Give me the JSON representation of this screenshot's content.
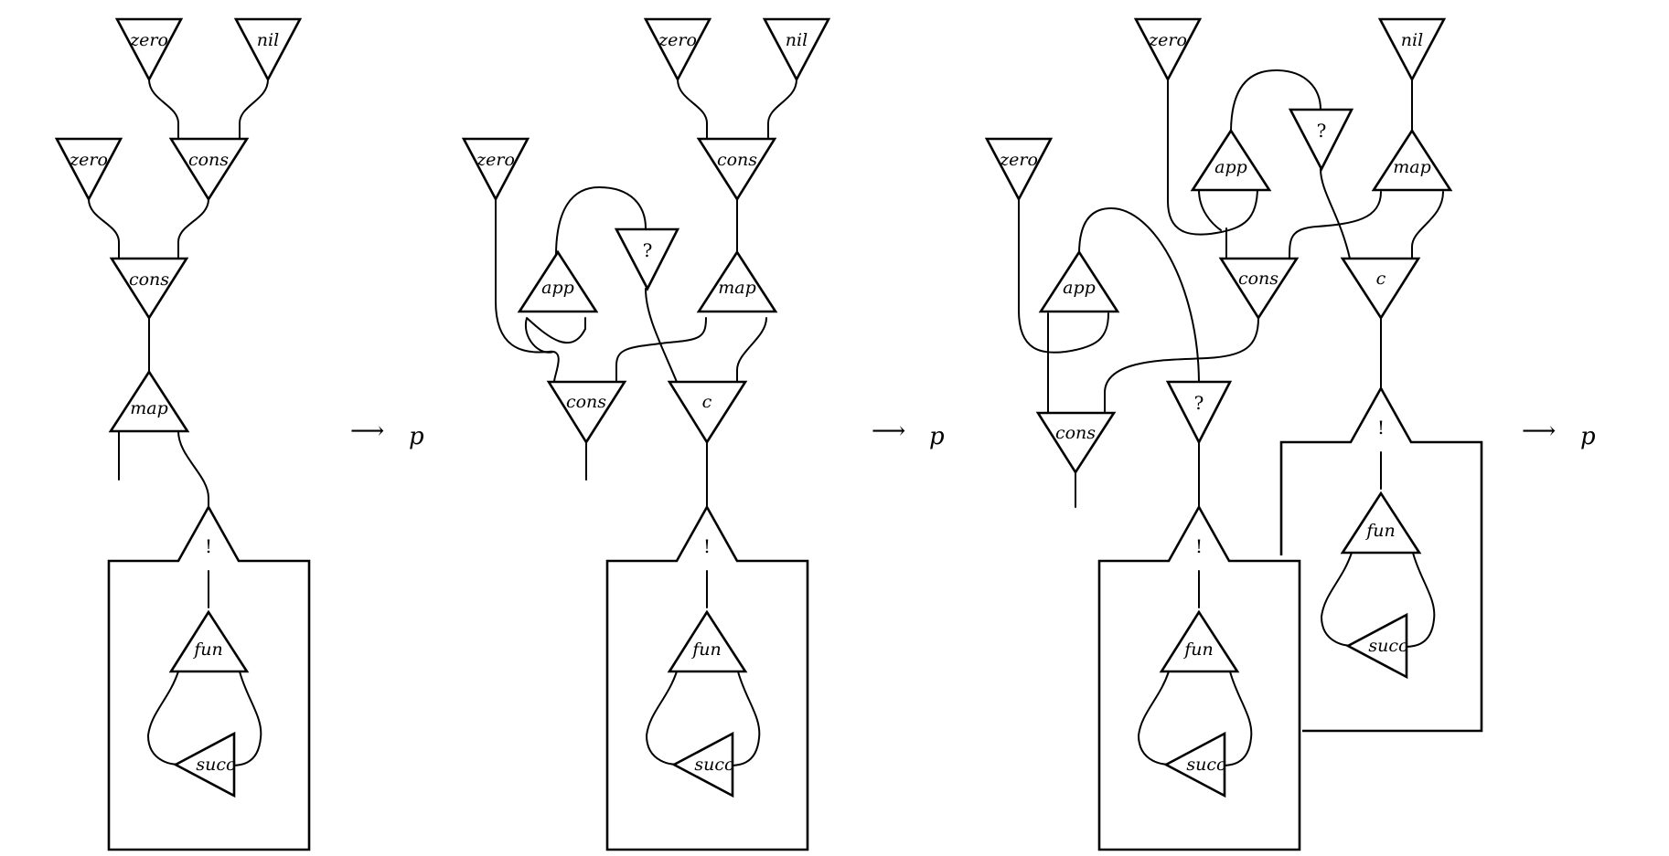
{
  "stage1": {
    "zero_top": "zero",
    "nil_top": "nil",
    "zero_left": "zero",
    "cons_upper": "cons",
    "cons_lower": "cons",
    "map": "map",
    "bang": "!",
    "fun": "fun",
    "succ": "succ"
  },
  "arrow1": {
    "arrow": "⟶",
    "sub": "p"
  },
  "stage2": {
    "zero_top": "zero",
    "nil_top": "nil",
    "zero_left": "zero",
    "cons_upper": "cons",
    "app": "app",
    "hole": "?",
    "map": "map",
    "cons_lower": "cons",
    "c": "c",
    "bang": "!",
    "fun": "fun",
    "succ": "succ"
  },
  "arrow2": {
    "arrow": "⟶",
    "sub": "p"
  },
  "stage3": {
    "zero_top": "zero",
    "nil_top": "nil",
    "zero_left": "zero",
    "app_upper": "app",
    "hole_upper": "?",
    "map": "map",
    "cons_upper": "cons",
    "c": "c",
    "app_lower": "app",
    "cons_lower": "cons",
    "hole_lower": "?",
    "bang_right": "!",
    "fun_right": "fun",
    "succ_right": "succ",
    "bang_left": "!",
    "fun_left": "fun",
    "succ_left": "succ"
  },
  "arrow3": {
    "arrow": "⟶",
    "sub": "p"
  }
}
